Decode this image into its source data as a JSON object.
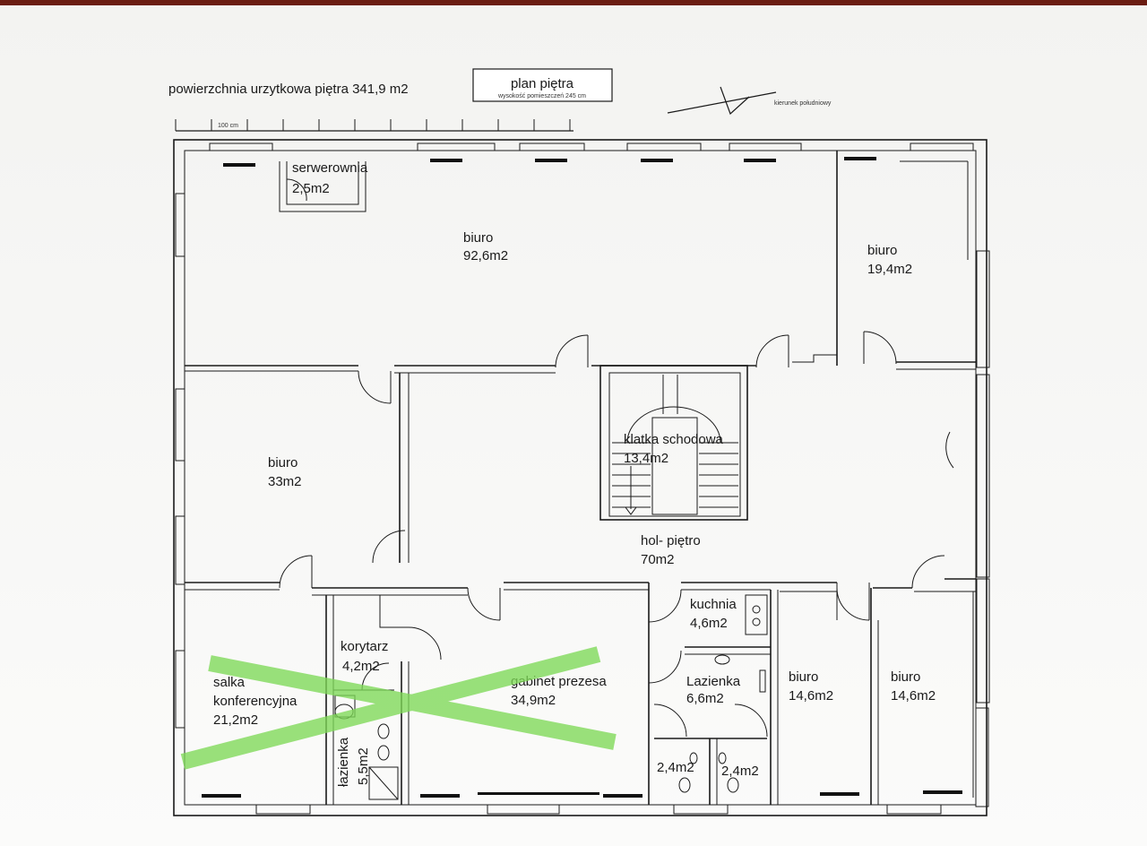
{
  "header": {
    "area_text": "powierzchnia urzytkowa piętra 341,9 m2",
    "plan_title": "plan piętra",
    "plan_subtitle": "wysokość pomieszczeń 245 cm",
    "south_label": "kierunek południowy",
    "scale_label": "100 cm"
  },
  "rooms": {
    "serwerownia": {
      "name": "serwerownia",
      "area": "2,5m2"
    },
    "biuro_main": {
      "name": "biuro",
      "area": "92,6m2"
    },
    "biuro_ne": {
      "name": "biuro",
      "area": "19,4m2"
    },
    "biuro_w": {
      "name": "biuro",
      "area": "33m2"
    },
    "klatka": {
      "name": "klatka schodowa",
      "area": "13,4m2"
    },
    "hol": {
      "name": "hol- piętro",
      "area": "70m2"
    },
    "kuchnia": {
      "name": "kuchnia",
      "area": "4,6m2"
    },
    "salka": {
      "name1": "salka",
      "name2": "konferencyjna",
      "area": "21,2m2"
    },
    "korytarz": {
      "name": "korytarz",
      "area": "4,2m2"
    },
    "lazienka_left": {
      "name": "łazienka",
      "area": "5,5m2"
    },
    "gabinet": {
      "name": "gabinet prezesa",
      "area": "34,9m2"
    },
    "lazienka_mid": {
      "name": "Lazienka",
      "area": "6,6m2"
    },
    "wc1": {
      "area": "2,4m2"
    },
    "wc2": {
      "area": "2,4m2"
    },
    "biuro_se1": {
      "name": "biuro",
      "area": "14,6m2"
    },
    "biuro_se2": {
      "name": "biuro",
      "area": "14,6m2"
    }
  },
  "colors": {
    "cross_out": "#7ed957"
  }
}
